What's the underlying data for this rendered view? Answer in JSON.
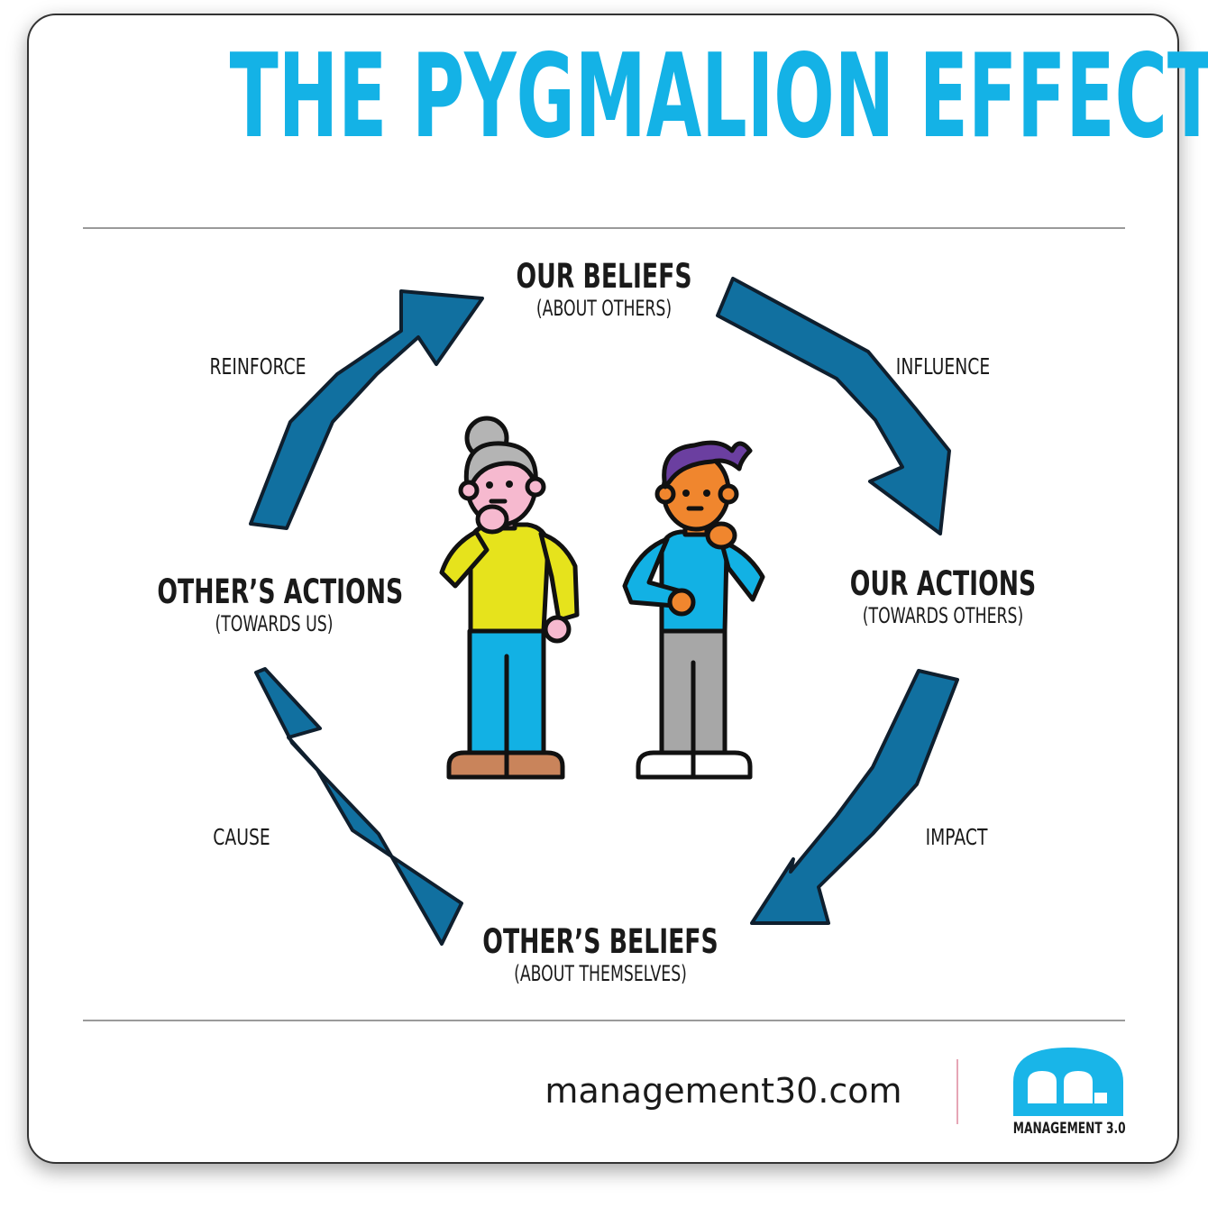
{
  "title": "THE PYGMALION EFFECT",
  "nodes": {
    "top": {
      "main": "OUR BELIEFS",
      "sub": "(ABOUT OTHERS)"
    },
    "right": {
      "main": "OUR ACTIONS",
      "sub": "(TOWARDS OTHERS)"
    },
    "bottom": {
      "main": "OTHER’S BELIEFS",
      "sub": "(ABOUT THEMSELVES)"
    },
    "left": {
      "main": "OTHER’S ACTIONS",
      "sub": "(TOWARDS US)"
    }
  },
  "edges": {
    "influence": "INFLUENCE",
    "impact": "IMPACT",
    "cause": "CAUSE",
    "reinforce": "REINFORCE"
  },
  "footer": {
    "url": "management30.com",
    "logo_text": "MANAGEMENT 3.0"
  },
  "colors": {
    "title": "#14b2e6",
    "arrow_fill": "#1170a0",
    "arrow_outline": "#0f1f2e",
    "logo": "#19b5e8"
  },
  "icons": {
    "woman": "thinking-woman-icon",
    "man": "thinking-man-icon",
    "logo": "management30-logo-icon"
  }
}
